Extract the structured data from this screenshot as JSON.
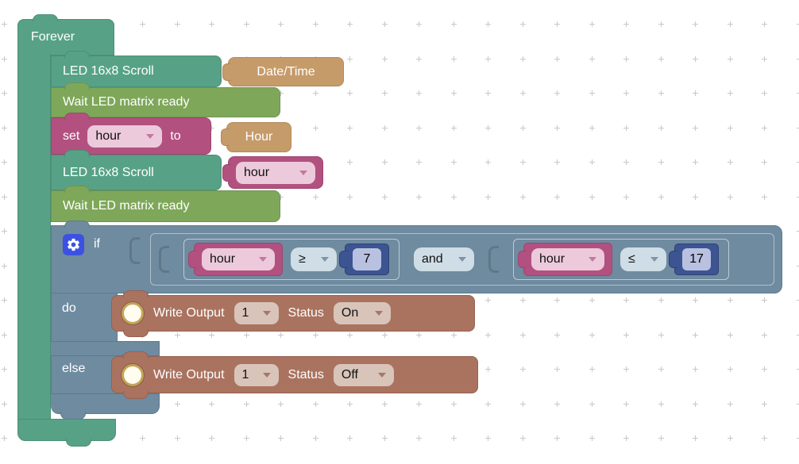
{
  "colors": {
    "teal": "#57a287",
    "olive": "#7ea75a",
    "magenta": "#b2517f",
    "tan": "#c69b6a",
    "slate": "#6f8ba0",
    "brown": "#aa735f",
    "navy": "#3d5493",
    "gear_blue": "#3d51e1",
    "field_pink": "#eccadb",
    "field_lightblue": "#cfdde6",
    "field_tan": "#d9c4ba",
    "field_periwinkle": "#b9c1e0",
    "grid_plus": "#c8c8c8",
    "canvas": "#ffffff"
  },
  "blocks": {
    "forever": {
      "label": "Forever"
    },
    "led_scroll_1": {
      "label": "LED 16x8 Scroll",
      "value": "Date/Time"
    },
    "wait_1": {
      "label": "Wait LED matrix ready"
    },
    "set_hour": {
      "set": "set",
      "variable": "hour",
      "to": "to",
      "value": "Hour"
    },
    "led_scroll_2": {
      "label": "LED 16x8 Scroll",
      "variable": "hour"
    },
    "wait_2": {
      "label": "Wait LED matrix ready"
    },
    "if_block": {
      "if": "if",
      "do": "do",
      "else": "else",
      "cond_left": {
        "variable": "hour",
        "operator": "≥",
        "number": "7"
      },
      "logic": "and",
      "cond_right": {
        "variable": "hour",
        "operator": "≤",
        "number": "17"
      }
    },
    "write_on": {
      "label": "Write Output",
      "output": "1",
      "status": "Status",
      "state": "On"
    },
    "write_off": {
      "label": "Write Output",
      "output": "1",
      "status": "Status",
      "state": "Off"
    }
  }
}
